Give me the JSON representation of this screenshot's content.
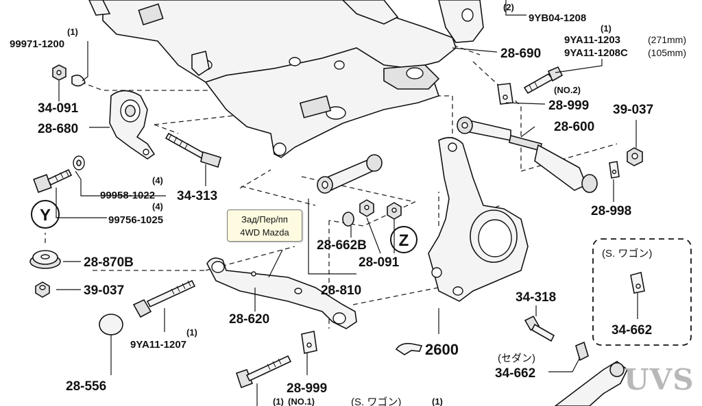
{
  "labels": {
    "p99971": "99971-1200",
    "q99971": "(1)",
    "p9yb04": "9YB04-1208",
    "q9yb04": "(2)",
    "q9ya11_1203": "(1)",
    "p9ya11_1203": "9YA11-1203",
    "d271": "(271mm)",
    "p9ya11_1208c": "9YA11-1208C",
    "d105": "(105mm)",
    "p28690": "28-690",
    "no2": "(NO.2)",
    "p28999a": "28-999",
    "p39037a": "39-037",
    "p34091a": "34-091",
    "p28680": "28-680",
    "p28600": "28-600",
    "q99958": "(4)",
    "p99958": "99958-1022",
    "q99756": "(4)",
    "p99756": "99756-1025",
    "p34313": "34-313",
    "p28998": "28-998",
    "markY": "Y",
    "markZ": "Z",
    "p28662b": "28-662B",
    "p28091": "28-091",
    "p28870b": "28-870B",
    "p39037b": "39-037",
    "p28810": "28-810",
    "p28620": "28-620",
    "q9ya11_1207": "(1)",
    "p9ya11_1207": "9YA11-1207",
    "p34318": "34-318",
    "wagon1": "(S. ワゴン)",
    "p34662a": "34-662",
    "p2600": "2600",
    "sedan": "(セダン)",
    "p34662b": "34-662",
    "p28556": "28-556",
    "p28999b": "28-999",
    "no1": "(NO.1)",
    "q_bottom": "(1)",
    "wagon2": "(S. ワゴン)",
    "q_bottom2": "(1)"
  },
  "callout": {
    "line1": "Зад/Пер/пп",
    "line2": "4WD Mazda"
  },
  "watermark": "UVS"
}
